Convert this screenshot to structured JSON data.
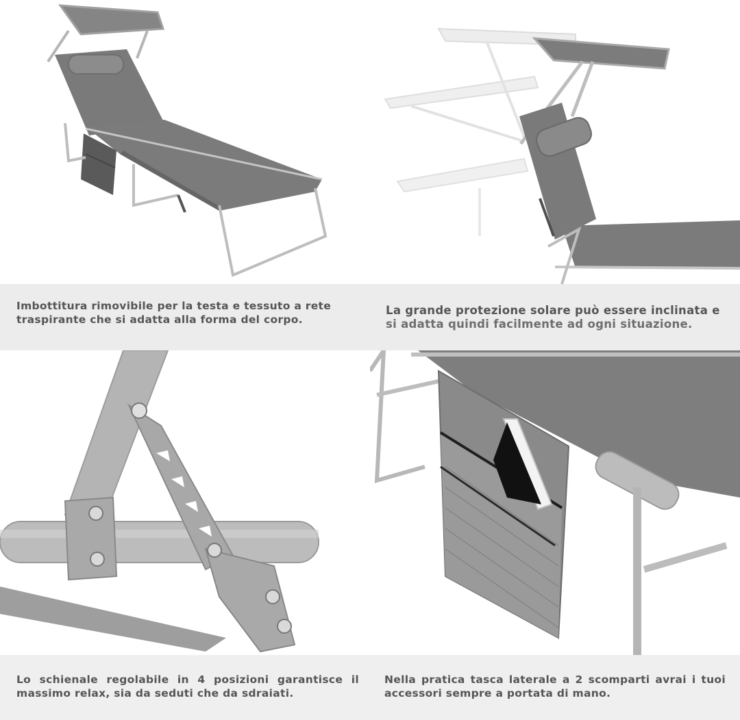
{
  "captions": {
    "headrest": "Imbottitura rimovibile per la testa e tessuto a rete traspirante che si adatta alla forma del corpo.",
    "sunshade_line1": "La grande protezione solare può essere inclinata e",
    "sunshade_line2": "si adatta quindi facilmente ad ogni situazione.",
    "backrest": "Lo schienale regolabile in 4 posizioni garantisce il massimo relax, sia da seduti che da sdraiati.",
    "pocket": "Nella pratica tasca laterale a 2 scomparti avrai i tuoi accessori sempre a portata di mano."
  },
  "colors": {
    "fabric": "#7d7d7d",
    "fabric_dark": "#5f5f5f",
    "frame": "#b9b9b9",
    "frame_dark": "#8e8e8e",
    "caption_text": "#555555",
    "band": "#ececec"
  }
}
